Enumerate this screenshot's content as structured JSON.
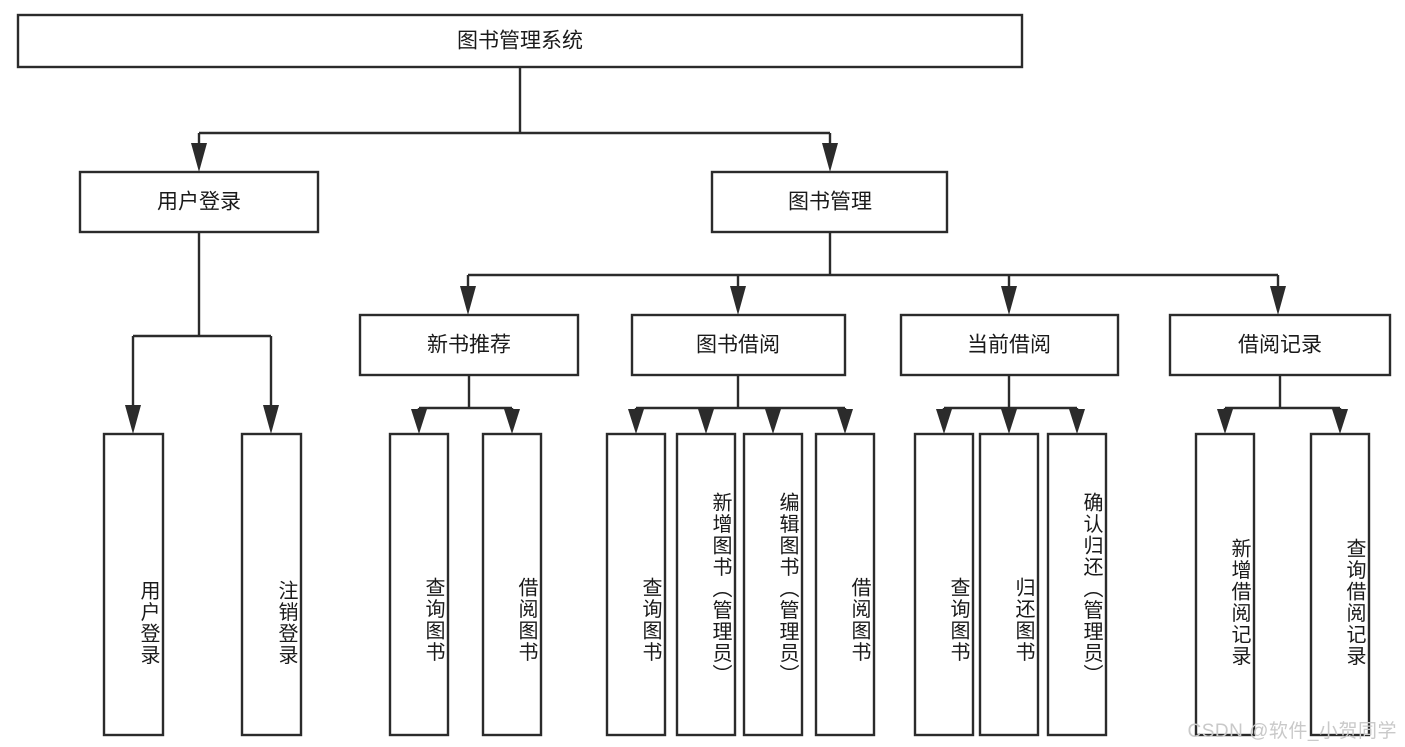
{
  "diagram": {
    "type": "tree-hierarchy",
    "title_node": {
      "label": "图书管理系统"
    },
    "level1": [
      {
        "id": "user-login",
        "label": "用户登录"
      },
      {
        "id": "book-management",
        "label": "图书管理"
      }
    ],
    "level2": [
      {
        "id": "new-book-recommend",
        "label": "新书推荐",
        "parent": "book-management"
      },
      {
        "id": "book-borrow",
        "label": "图书借阅",
        "parent": "book-management"
      },
      {
        "id": "current-borrow",
        "label": "当前借阅",
        "parent": "book-management"
      },
      {
        "id": "borrow-record",
        "label": "借阅记录",
        "parent": "book-management"
      }
    ],
    "leaves": {
      "user-login": [
        {
          "id": "leaf-user-login",
          "label": "用户登录"
        },
        {
          "id": "leaf-logout-login",
          "label": "注销登录"
        }
      ],
      "new-book-recommend": [
        {
          "id": "leaf-query-book-1",
          "label": "查询图书"
        },
        {
          "id": "leaf-borrow-book-1",
          "label": "借阅图书"
        }
      ],
      "book-borrow": [
        {
          "id": "leaf-query-book-2",
          "label": "查询图书"
        },
        {
          "id": "leaf-add-book",
          "label": "新增图书（管理员）"
        },
        {
          "id": "leaf-edit-book",
          "label": "编辑图书（管理员）"
        },
        {
          "id": "leaf-borrow-book-2",
          "label": "借阅图书"
        }
      ],
      "current-borrow": [
        {
          "id": "leaf-query-book-3",
          "label": "查询图书"
        },
        {
          "id": "leaf-return-book",
          "label": "归还图书"
        },
        {
          "id": "leaf-confirm-return",
          "label": "确认归还（管理员）"
        }
      ],
      "borrow-record": [
        {
          "id": "leaf-add-record",
          "label": "新增借阅记录"
        },
        {
          "id": "leaf-query-record",
          "label": "查询借阅记录"
        }
      ]
    },
    "colors": {
      "stroke": "#2b2b2b",
      "box_fill": "#ffffff",
      "text": "#1a1a1a",
      "background": "#ffffff",
      "watermark": "#c9c9c9"
    }
  },
  "watermark": {
    "text": "CSDN @软件_小贺同学"
  }
}
